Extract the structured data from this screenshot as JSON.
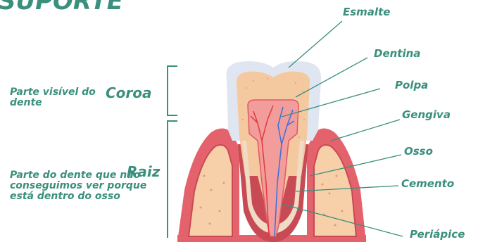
{
  "title": "SUPORTE",
  "labels": {
    "esmalte": "Esmalte",
    "dentina": "Dentina",
    "polpa": "Polpa",
    "gengiva": "Gengiva",
    "osso": "Osso",
    "cemento": "Cemento",
    "periapice": "Periápice"
  },
  "sections": {
    "coroa": "Coroa",
    "coroa_desc": "Parte visível do dente",
    "raiz": "Raiz",
    "raiz_desc": "Parte do dente que não conseguimos ver porque está dentro do osso"
  },
  "colors": {
    "label": "#3a8f7d",
    "enamel": "#dfe6f2",
    "dentin": "#f5c9a0",
    "gum": "#e4626b",
    "gum_dark": "#c84a55",
    "bone": "#f7cfa8",
    "pulp": "#f29c9c"
  }
}
